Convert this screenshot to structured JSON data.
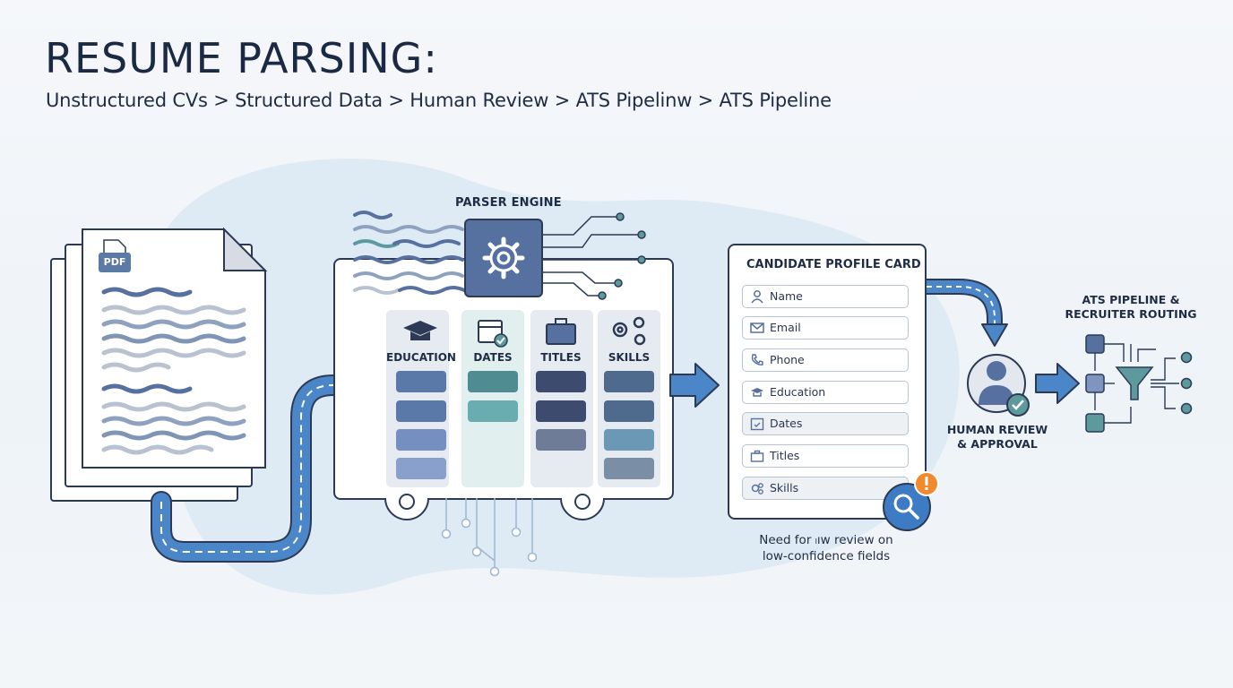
{
  "header": {
    "title": "RESUME PARSING:",
    "subtitle": "Unstructured CVs > Structured Data > Human Review > ATS Pipelinw > ATS Pipeline"
  },
  "document": {
    "badge": "PDF"
  },
  "parser": {
    "label": "PARSER ENGINE",
    "columns": [
      {
        "label": "EDUCATION",
        "icon": "graduation-cap-icon"
      },
      {
        "label": "DATES",
        "icon": "calendar-check-icon"
      },
      {
        "label": "TITLES",
        "icon": "briefcase-icon"
      },
      {
        "label": "SKILLS",
        "icon": "gears-icon"
      }
    ]
  },
  "profile": {
    "title": "CANDIDATE PROFILE CARD",
    "fields": [
      {
        "label": "Name",
        "icon": "user-icon"
      },
      {
        "label": "Email",
        "icon": "envelope-icon"
      },
      {
        "label": "Phone",
        "icon": "phone-icon"
      },
      {
        "label": "Education",
        "icon": "graduation-cap-icon"
      },
      {
        "label": "Dates",
        "icon": "calendar-check-icon"
      },
      {
        "label": "Titles",
        "icon": "briefcase-icon"
      },
      {
        "label": "Skills",
        "icon": "gears-icon"
      }
    ],
    "review_note_line1": "Need for ₗıw review on",
    "review_note_line2": "low-confidence fields"
  },
  "human": {
    "label_line1": "HUMAN REVIEW",
    "label_line2": "& APPROVAL"
  },
  "ats": {
    "label_line1": "ATS PIPELINE &",
    "label_line2": "RECRUITER ROUTING"
  },
  "colors": {
    "ink": "#2c3a55",
    "flow_blue": "#4a86c8",
    "slate": "#5670a0",
    "teal": "#5d9a9e",
    "warning": "#f08a2c"
  }
}
